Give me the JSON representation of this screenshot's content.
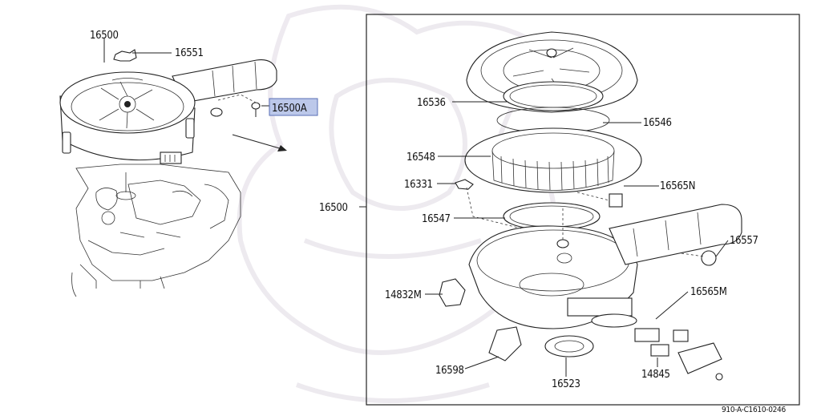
{
  "diagram_code": "910-A-C1610-0246",
  "highlight_color": "#bcc8ea",
  "labels": {
    "overview_assembly": "16500",
    "wing_nut": "16551",
    "selected_part": "16500A",
    "inset_assembly": "16500",
    "cover_seal": "16536",
    "element_gasket": "16546",
    "element": "16548",
    "clip": "16331",
    "sub_gasket_n": "16565N",
    "gasket": "16547",
    "grommet": "16557",
    "hose": "14832M",
    "sub_gasket_m": "16565M",
    "clip_band": "16598",
    "seal_ring": "16523",
    "valve_assy": "14845"
  }
}
